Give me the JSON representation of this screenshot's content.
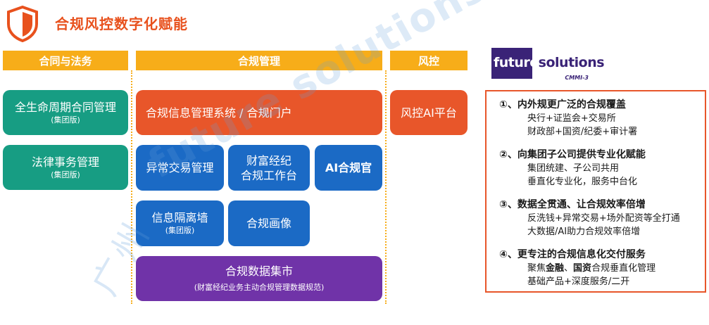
{
  "header": {
    "title": "合规风控数字化赋能",
    "icon": "shield-icon",
    "accent": "#e8511d"
  },
  "columns": {
    "contract": "合同与法务",
    "compliance": "合规管理",
    "risk": "风控"
  },
  "contract_boxes": [
    {
      "label": "全生命周期合同管理",
      "sub": "(集团版)"
    },
    {
      "label": "法律事务管理",
      "sub": "(集团版)"
    }
  ],
  "compliance_boxes": {
    "portal": "合规信息管理系统 / 合规门户",
    "abnormal": "异常交易管理",
    "wealth_l1": "财富经纪",
    "wealth_l2": "合规工作台",
    "ai_officer": "AI合规官",
    "info_wall": "信息隔离墙",
    "info_wall_sub": "(集团版)",
    "portrait": "合规画像",
    "data_mart": "合规数据集市",
    "data_mart_sub": "(财富经纪业务主动合规管理数据规范)"
  },
  "risk_boxes": {
    "ai_platform": "风控AI平台"
  },
  "logo": {
    "word1": "future",
    "word2": "solutions",
    "badge": "CMMI-3"
  },
  "panel": {
    "items": [
      {
        "title": "①、内外规更广泛的合规覆盖",
        "lines": [
          "央行+证监会+交易所",
          "财政部+国资/纪委+审计署"
        ]
      },
      {
        "title": "②、向集团子公司提供专业化赋能",
        "lines": [
          "集团统建、子公司共用",
          "垂直化专业化，服务中台化"
        ]
      },
      {
        "title": "③、数据全贯通、让合规效率倍增",
        "lines": [
          "反洗钱+异常交易+场外配资等全打通",
          "大数据/AI助力合规效率倍增"
        ]
      },
      {
        "title": "④、更专注的合规信息化交付服务",
        "line1_prefix": "聚焦",
        "line1_bold1": "金融",
        "line1_sep": "、",
        "line1_bold2": "国资",
        "line1_suffix": "合规垂直化管理",
        "line2": "基础产品+深度服务/二开"
      }
    ]
  },
  "watermark": {
    "text1": "future solutions",
    "text2": "广州"
  },
  "colors": {
    "header_bar": "#f7ad19",
    "teal": "#179d83",
    "orange": "#e8562a",
    "blue": "#1b6ac5",
    "purple": "#7033a8"
  }
}
